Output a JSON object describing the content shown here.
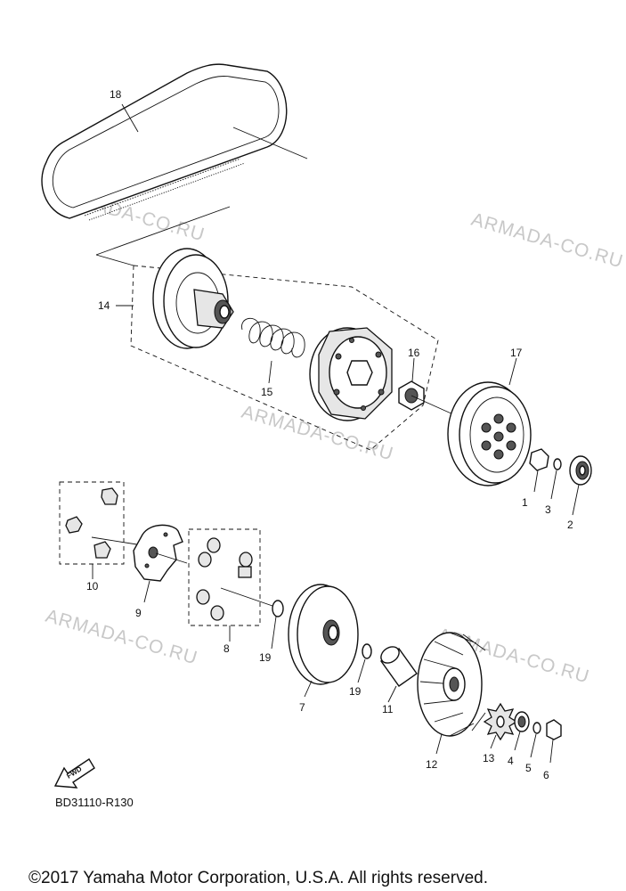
{
  "diagram": {
    "callouts": {
      "p1": "1",
      "p2": "2",
      "p3": "3",
      "p4": "4",
      "p5": "5",
      "p6": "6",
      "p7": "7",
      "p8": "8",
      "p9": "9",
      "p10": "10",
      "p11": "11",
      "p12": "12",
      "p13": "13",
      "p14": "14",
      "p15": "15",
      "p16": "16",
      "p17": "17",
      "p18": "18",
      "p19a": "19",
      "p19b": "19"
    },
    "watermark": "ARMADA-CO.RU",
    "fwd_label": "FWD",
    "drawing_code": "BD31110-R130",
    "copyright": "©2017 Yamaha Motor Corporation, U.S.A. All rights reserved."
  }
}
